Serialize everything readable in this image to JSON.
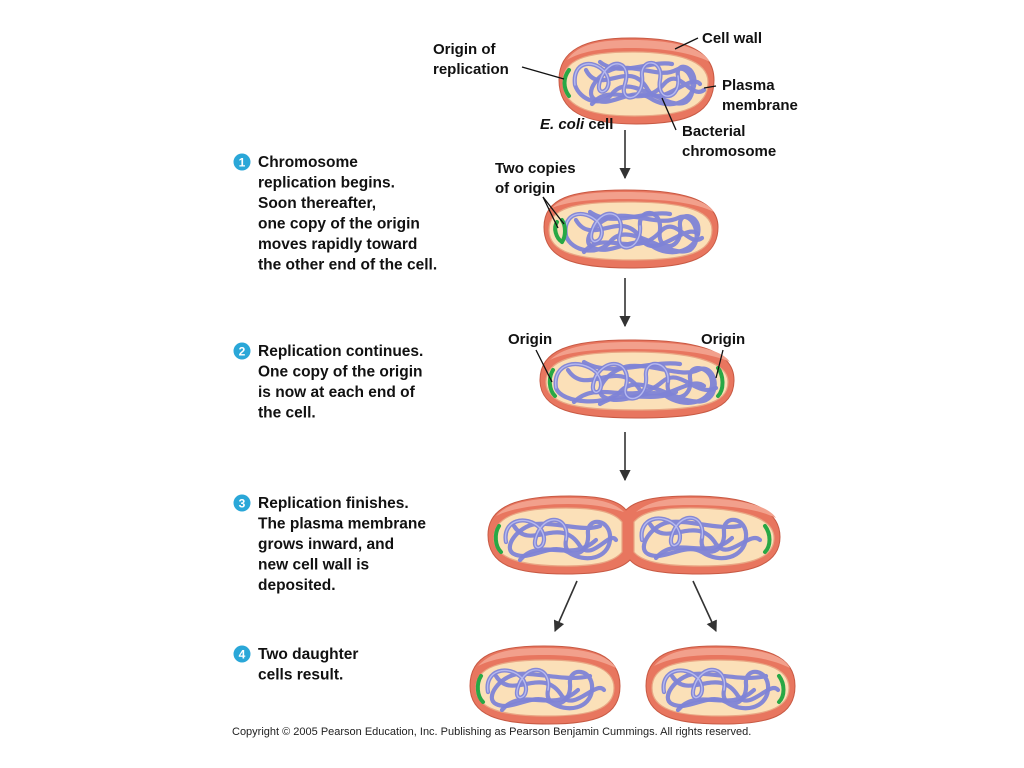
{
  "labels": {
    "cell_wall": "Cell wall",
    "origin_of_replication": [
      "Origin of",
      "replication"
    ],
    "plasma_membrane": [
      "Plasma",
      "membrane"
    ],
    "ecoli_italic": "E. coli",
    "ecoli_rest": " cell",
    "bacterial_chromosome": [
      "Bacterial",
      "chromosome"
    ],
    "two_copies_of_origin": [
      "Two copies",
      "of origin"
    ],
    "origin_left": "Origin",
    "origin_right": "Origin"
  },
  "steps": [
    {
      "number": "1",
      "lines": [
        "Chromosome",
        "replication begins.",
        "Soon thereafter,",
        "one copy of the origin",
        "moves rapidly toward",
        "the other end of the cell."
      ]
    },
    {
      "number": "2",
      "lines": [
        "Replication continues.",
        "One copy of the origin",
        "is now at each end of",
        "the cell."
      ]
    },
    {
      "number": "3",
      "lines": [
        "Replication finishes.",
        "The plasma membrane",
        "grows inward, and",
        "new cell wall is",
        "deposited."
      ]
    },
    {
      "number": "4",
      "lines": [
        "Two daughter",
        "cells result."
      ]
    }
  ],
  "copyright": "Copyright © 2005 Pearson Education, Inc. Publishing as Pearson Benjamin Cummings. All rights reserved.",
  "colors": {
    "cell_wall": "#e8765f",
    "cytoplasm": "#fbe0b8",
    "chromosome": "#7e83d6",
    "origin": "#28a845",
    "step_badge": "#2aa7d8"
  }
}
